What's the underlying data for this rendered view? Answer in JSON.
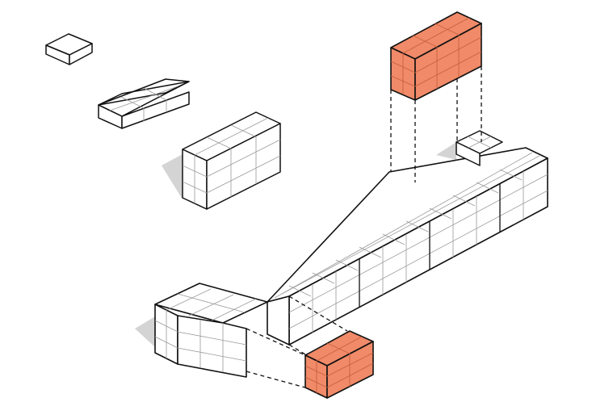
{
  "diagram": {
    "kind": "isometric-modular-blocks",
    "colors": {
      "background": "#ffffff",
      "stroke": "#111111",
      "grid_line": "#9a9a9a",
      "face_fill": "#ffffff",
      "shadow": "#d4d4d4",
      "highlight": "#f08a68",
      "highlight_grid": "#c7603e"
    },
    "blocks": [
      {
        "name": "single-cube-module",
        "cells": [
          1,
          1,
          1
        ],
        "highlighted": false
      },
      {
        "name": "three-cube-row-module",
        "cells": [
          3,
          1,
          1
        ],
        "highlighted": false
      },
      {
        "name": "stacked-box-module",
        "cells": [
          3,
          1,
          3
        ],
        "highlighted": false
      },
      {
        "name": "main-assembly-body",
        "cells": [
          11,
          3,
          3
        ],
        "highlighted": false
      },
      {
        "name": "right-end-raised-module",
        "cells": [
          1,
          3,
          1
        ],
        "highlighted": false
      },
      {
        "name": "left-wing-module",
        "cells": [
          3,
          2,
          3
        ],
        "highlighted": false
      },
      {
        "name": "top-insert-module",
        "cells": [
          3,
          1,
          3
        ],
        "highlighted": true
      },
      {
        "name": "front-insert-module",
        "cells": [
          2,
          1,
          3
        ],
        "highlighted": true
      }
    ],
    "connectors": [
      {
        "name": "top-insert-dashed-guides",
        "style": "dashed",
        "count": 4
      },
      {
        "name": "front-insert-dashed-guides",
        "style": "dashed",
        "count": 4
      }
    ]
  }
}
